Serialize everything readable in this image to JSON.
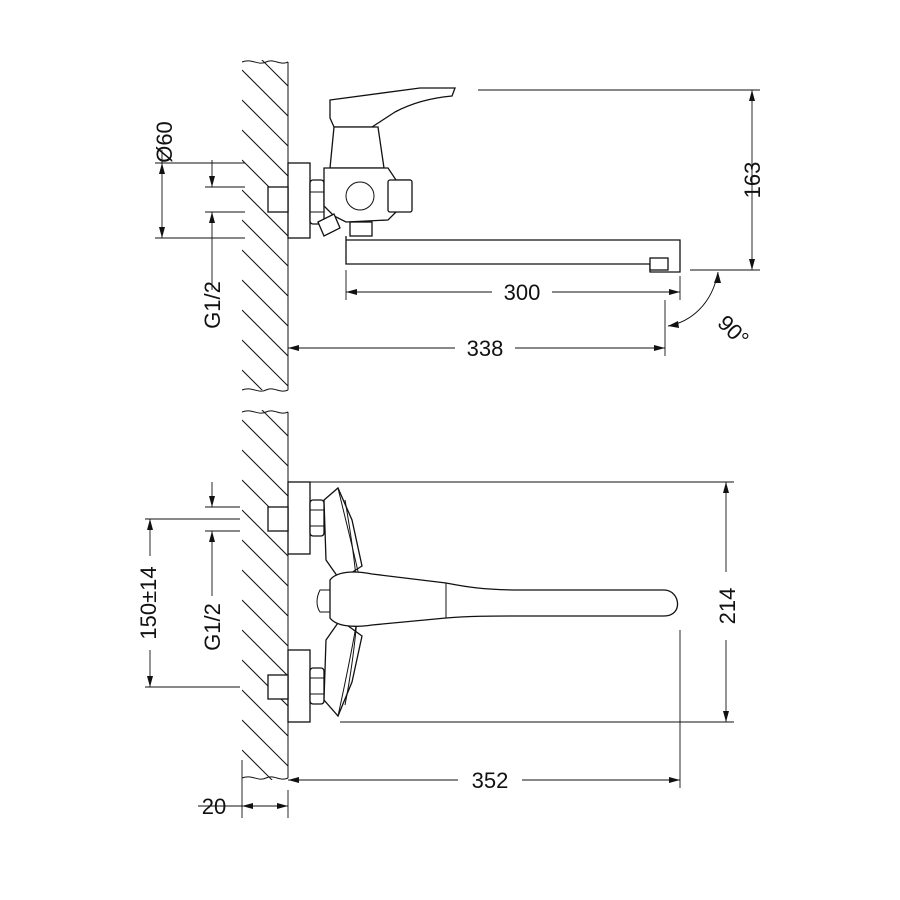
{
  "side_view": {
    "diameter_label": "Ø60",
    "thread_label": "G1/2",
    "height_label": "163",
    "spout_length_label": "300",
    "wall_to_spout_label": "338",
    "angle_label": "90°"
  },
  "front_view": {
    "center_distance_label": "150±14",
    "thread_label": "G1/2",
    "height_label": "214",
    "depth_label": "352",
    "wall_offset_label": "20"
  }
}
